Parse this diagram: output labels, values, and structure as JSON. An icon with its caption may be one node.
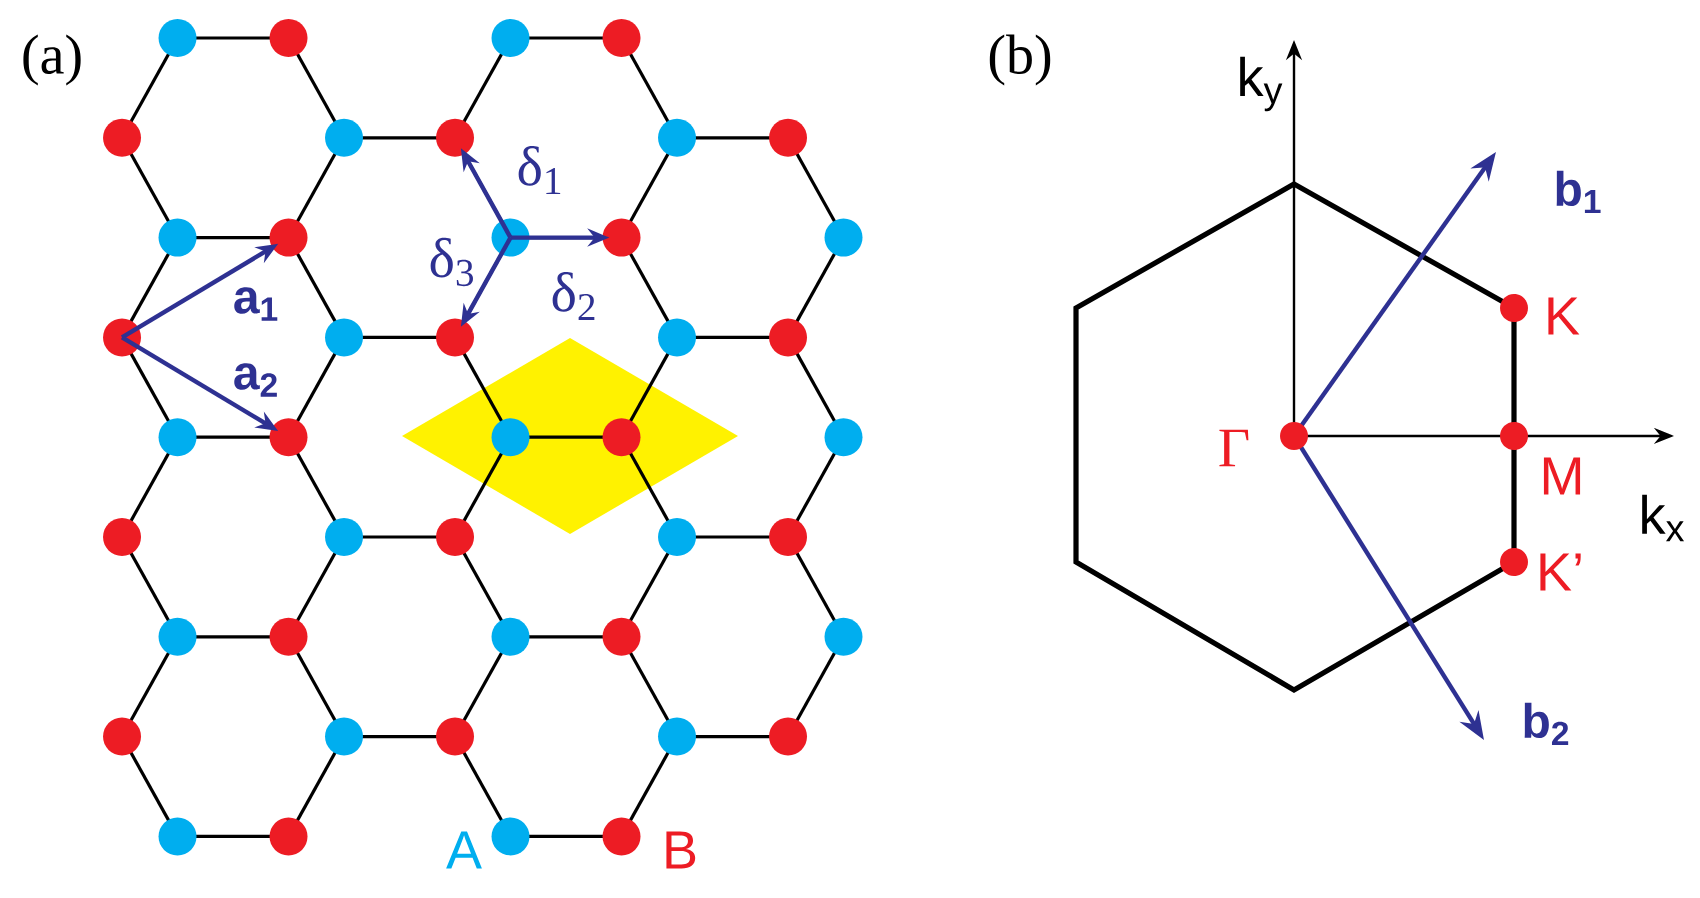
{
  "diagram": {
    "labels": [
      "(a)",
      "(b)",
      "a$_{1}$",
      "a$_{2}$",
      "δ$_{1}$",
      "δ$_{3}$",
      "δ$_{2}$",
      "A",
      "B",
      "k$_{y}$",
      "b$_{1}$",
      "K",
      "Γ",
      "M",
      "k$_{x}$",
      "K’",
      "b$_{2}$"
    ]
  }
}
